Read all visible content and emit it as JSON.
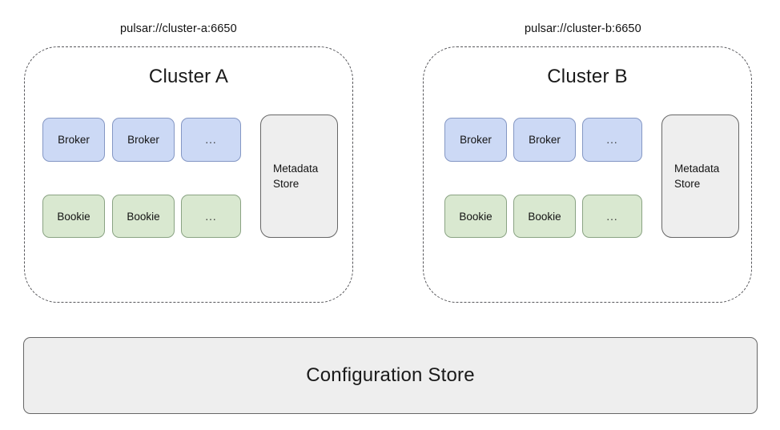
{
  "diagram": {
    "type": "architecture-diagram",
    "title_implied": "Apache Pulsar geo-replication clusters with shared configuration store",
    "clusters": [
      {
        "id": "cluster-a",
        "url": "pulsar://cluster-a:6650",
        "title": "Cluster A",
        "brokers": [
          {
            "label": "Broker",
            "kind": "broker"
          },
          {
            "label": "Broker",
            "kind": "broker"
          },
          {
            "label": "...",
            "kind": "broker-ellipsis"
          }
        ],
        "bookies": [
          {
            "label": "Bookie",
            "kind": "bookie"
          },
          {
            "label": "Bookie",
            "kind": "bookie"
          },
          {
            "label": "...",
            "kind": "bookie-ellipsis"
          }
        ],
        "metadata_store": {
          "line1": "Metadata",
          "line2": "Store"
        }
      },
      {
        "id": "cluster-b",
        "url": "pulsar://cluster-b:6650",
        "title": "Cluster B",
        "brokers": [
          {
            "label": "Broker",
            "kind": "broker"
          },
          {
            "label": "Broker",
            "kind": "broker"
          },
          {
            "label": "...",
            "kind": "broker-ellipsis"
          }
        ],
        "bookies": [
          {
            "label": "Bookie",
            "kind": "bookie"
          },
          {
            "label": "Bookie",
            "kind": "bookie"
          },
          {
            "label": "...",
            "kind": "bookie-ellipsis"
          }
        ],
        "metadata_store": {
          "line1": "Metadata",
          "line2": "Store"
        }
      }
    ],
    "configuration_store": {
      "label": "Configuration Store"
    },
    "colors": {
      "broker_fill": "#ccd9f5",
      "broker_stroke": "#8497c4",
      "bookie_fill": "#d9e8d0",
      "bookie_stroke": "#8aa383",
      "store_fill": "#eeeeee",
      "store_stroke": "#666666",
      "cluster_border": "#58585c",
      "background": "#ffffff",
      "text": "#1a1a1a"
    }
  }
}
